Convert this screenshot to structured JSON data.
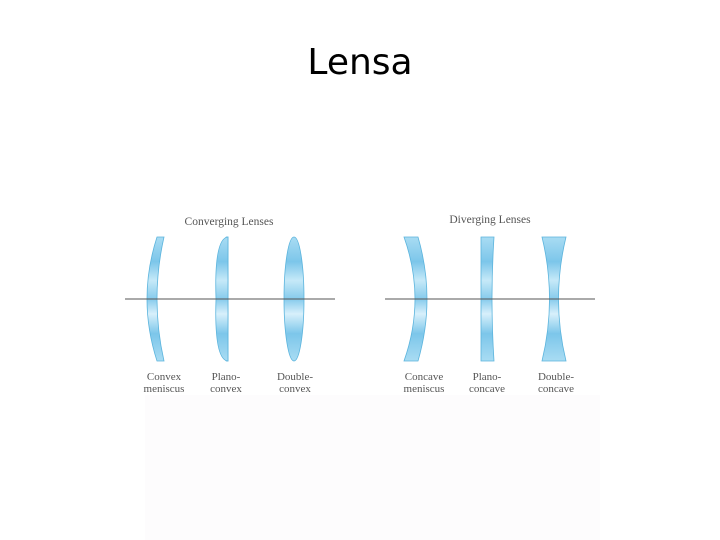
{
  "slide": {
    "title": "Lensa"
  },
  "diagram": {
    "colors": {
      "lens_fill": "#8fd0ee",
      "lens_stroke": "#5bb4dd",
      "axis": "#555555",
      "label": "#555555"
    },
    "groups": [
      {
        "title": "Converging Lenses",
        "lenses": [
          {
            "line1": "Convex",
            "line2": "meniscus"
          },
          {
            "line1": "Plano-",
            "line2": "convex"
          },
          {
            "line1": "Double-",
            "line2": "convex"
          }
        ]
      },
      {
        "title": "Diverging Lenses",
        "lenses": [
          {
            "line1": "Concave",
            "line2": "meniscus"
          },
          {
            "line1": "Plano-",
            "line2": "concave"
          },
          {
            "line1": "Double-",
            "line2": "concave"
          }
        ]
      }
    ]
  }
}
